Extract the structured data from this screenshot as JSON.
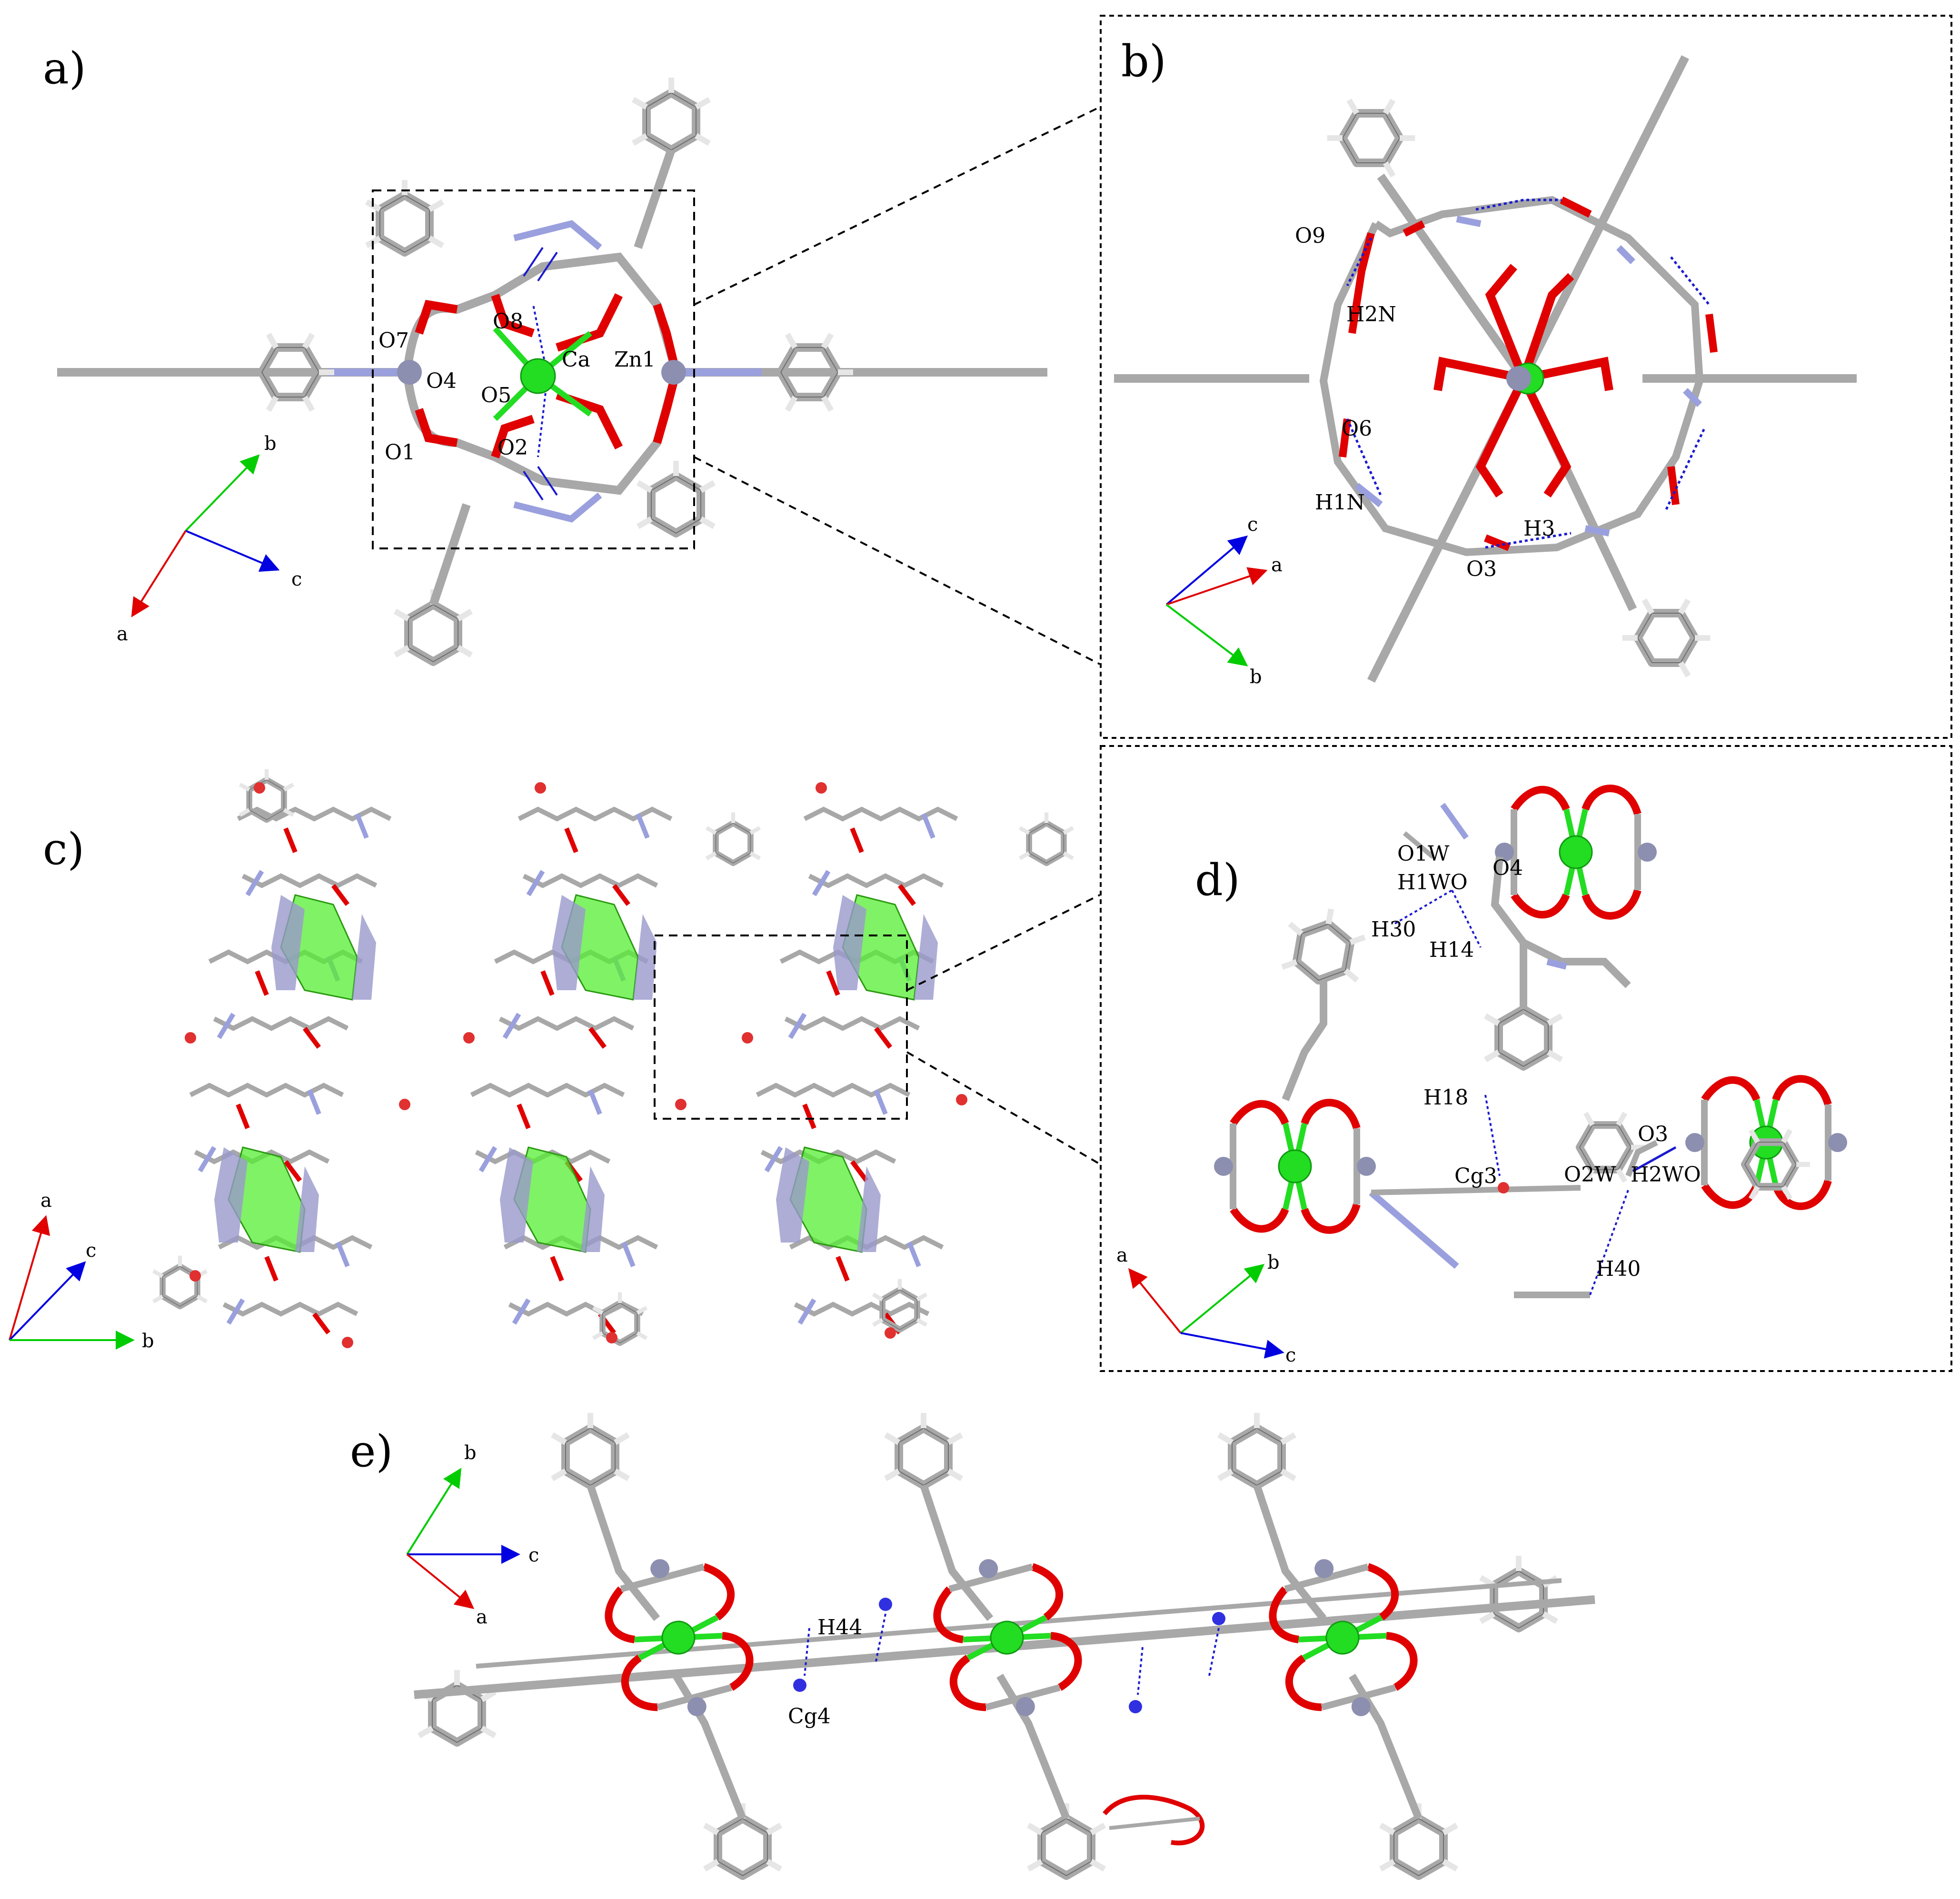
{
  "panels": {
    "a": {
      "label": "a)",
      "atoms": [
        "O7",
        "O8",
        "O4",
        "O5",
        "O1",
        "O2",
        "Ca",
        "Zn1"
      ],
      "axes": {
        "a": "a",
        "b": "b",
        "c": "c"
      }
    },
    "b": {
      "label": "b)",
      "atoms": [
        "O9",
        "H2N",
        "O6",
        "H1N",
        "O3",
        "H3"
      ],
      "axes": {
        "a": "a",
        "b": "b",
        "c": "c"
      }
    },
    "c": {
      "label": "c)",
      "axes": {
        "a": "a",
        "b": "b",
        "c": "c"
      }
    },
    "d": {
      "label": "d)",
      "atoms": [
        "O1W",
        "H1WO",
        "O4",
        "H30",
        "H14",
        "H18",
        "Cg3",
        "O3",
        "O2W",
        "H2WO",
        "H40"
      ],
      "axes": {
        "a": "a",
        "b": "b",
        "c": "c"
      }
    },
    "e": {
      "label": "e)",
      "atoms": [
        "H44",
        "Cg4"
      ],
      "axes": {
        "a": "a",
        "b": "b",
        "c": "c"
      }
    }
  },
  "colors": {
    "carbon": "#a8a8a8",
    "hydrogen": "#e6e6e6",
    "oxygen": "#e00000",
    "nitrogen": "#9aa0dd",
    "calcium": "#22dd22",
    "zinc": "#8c8fb0",
    "hbond": "#1a1ad0",
    "axis_a": "#e00000",
    "axis_b": "#00cc00",
    "axis_c": "#0000e0",
    "centroid_red": "#e03030",
    "centroid_blue": "#3030e0",
    "polyhedron_green": "#55ee33",
    "polyhedron_blue": "#9999cc",
    "frame": "#000000"
  }
}
